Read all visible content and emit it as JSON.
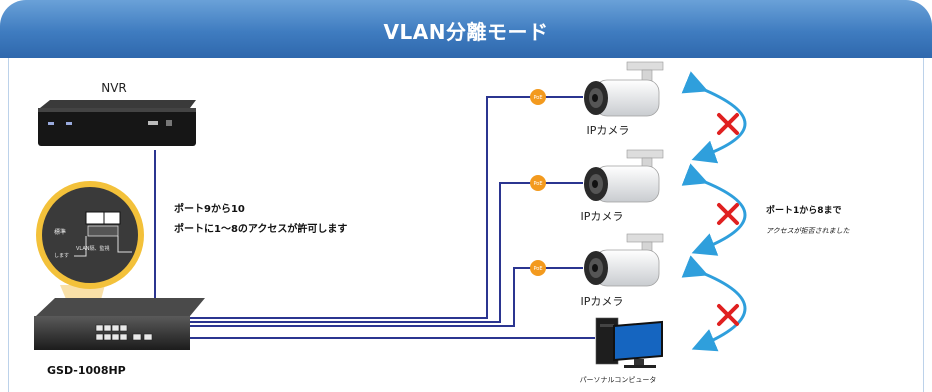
{
  "title": "VLAN分離モード",
  "nvr_label": "NVR",
  "switch_label": "GSD-1008HP",
  "note_allow": {
    "line1": "ポート9から10",
    "line2": "ポートに1〜8のアクセスが許可します"
  },
  "note_deny": {
    "line1": "ポート1から8まで",
    "line2": "アクセスが拒否されました"
  },
  "zoom_callout": {
    "line1": "標準",
    "line2": "VLAN隔、監視",
    "line3": "します"
  },
  "poe_badge": "PoE",
  "cameras": [
    {
      "label": "IPカメラ"
    },
    {
      "label": "IPカメラ"
    },
    {
      "label": "IPカメラ"
    }
  ],
  "pc_label": "パーソナルコンピュータ",
  "colors": {
    "header": "#3f7cc0",
    "link_line": "#2b3590",
    "poe": "#f39a1e",
    "arrow": "#2f9fdc",
    "cross": "#e02020"
  }
}
